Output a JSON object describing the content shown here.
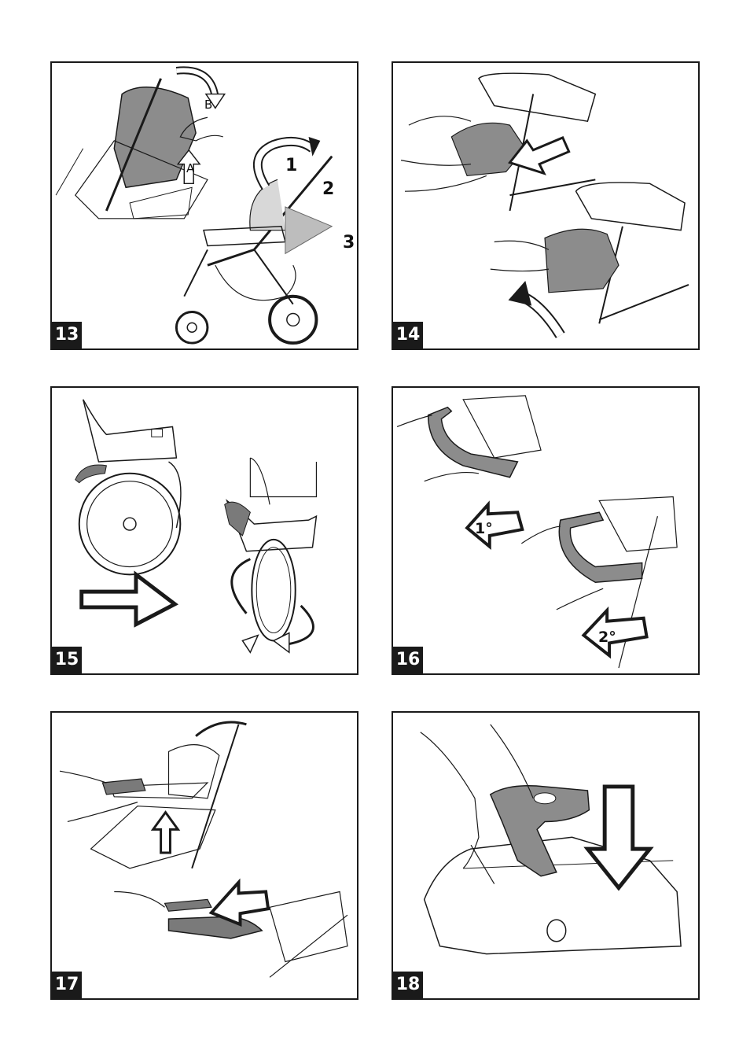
{
  "panels": [
    {
      "number": "13",
      "labels": {
        "a": "A",
        "b": "B",
        "s1": "1",
        "s2": "2",
        "s3": "3"
      }
    },
    {
      "number": "14"
    },
    {
      "number": "15"
    },
    {
      "number": "16",
      "labels": {
        "first": "1°",
        "second": "2°"
      }
    },
    {
      "number": "17"
    },
    {
      "number": "18"
    }
  ],
  "colors": {
    "ink": "#1a1a1a",
    "fabric": "#8c8c8c",
    "fabric_light": "#bdbdbd",
    "part": "#7a7a7a"
  }
}
